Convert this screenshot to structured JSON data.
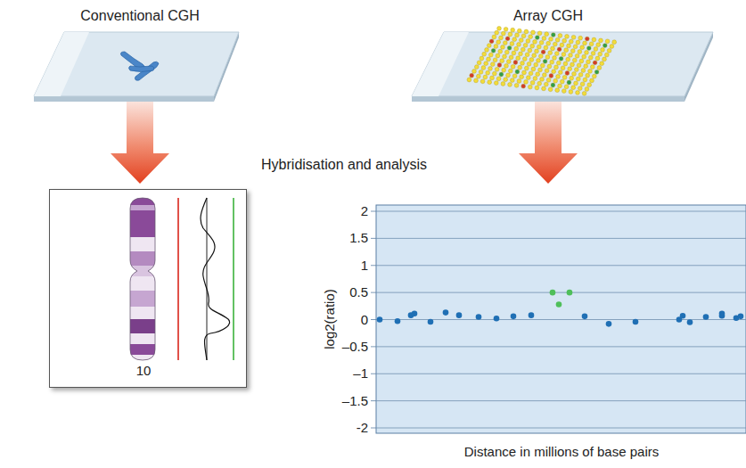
{
  "diagram": {
    "nodes": [
      {
        "text": [
          "10"
        ]
      }
    ],
    "labels": [
      "Conventional CGH",
      "Array CGH",
      "Hybridisation and analysis",
      "2",
      "1.5",
      "1",
      "0.5",
      "0",
      "–0.5",
      "–1",
      "–1.5",
      "-2",
      "log2(ratio)",
      "Distance in millions of base pairs"
    ]
  }
}
